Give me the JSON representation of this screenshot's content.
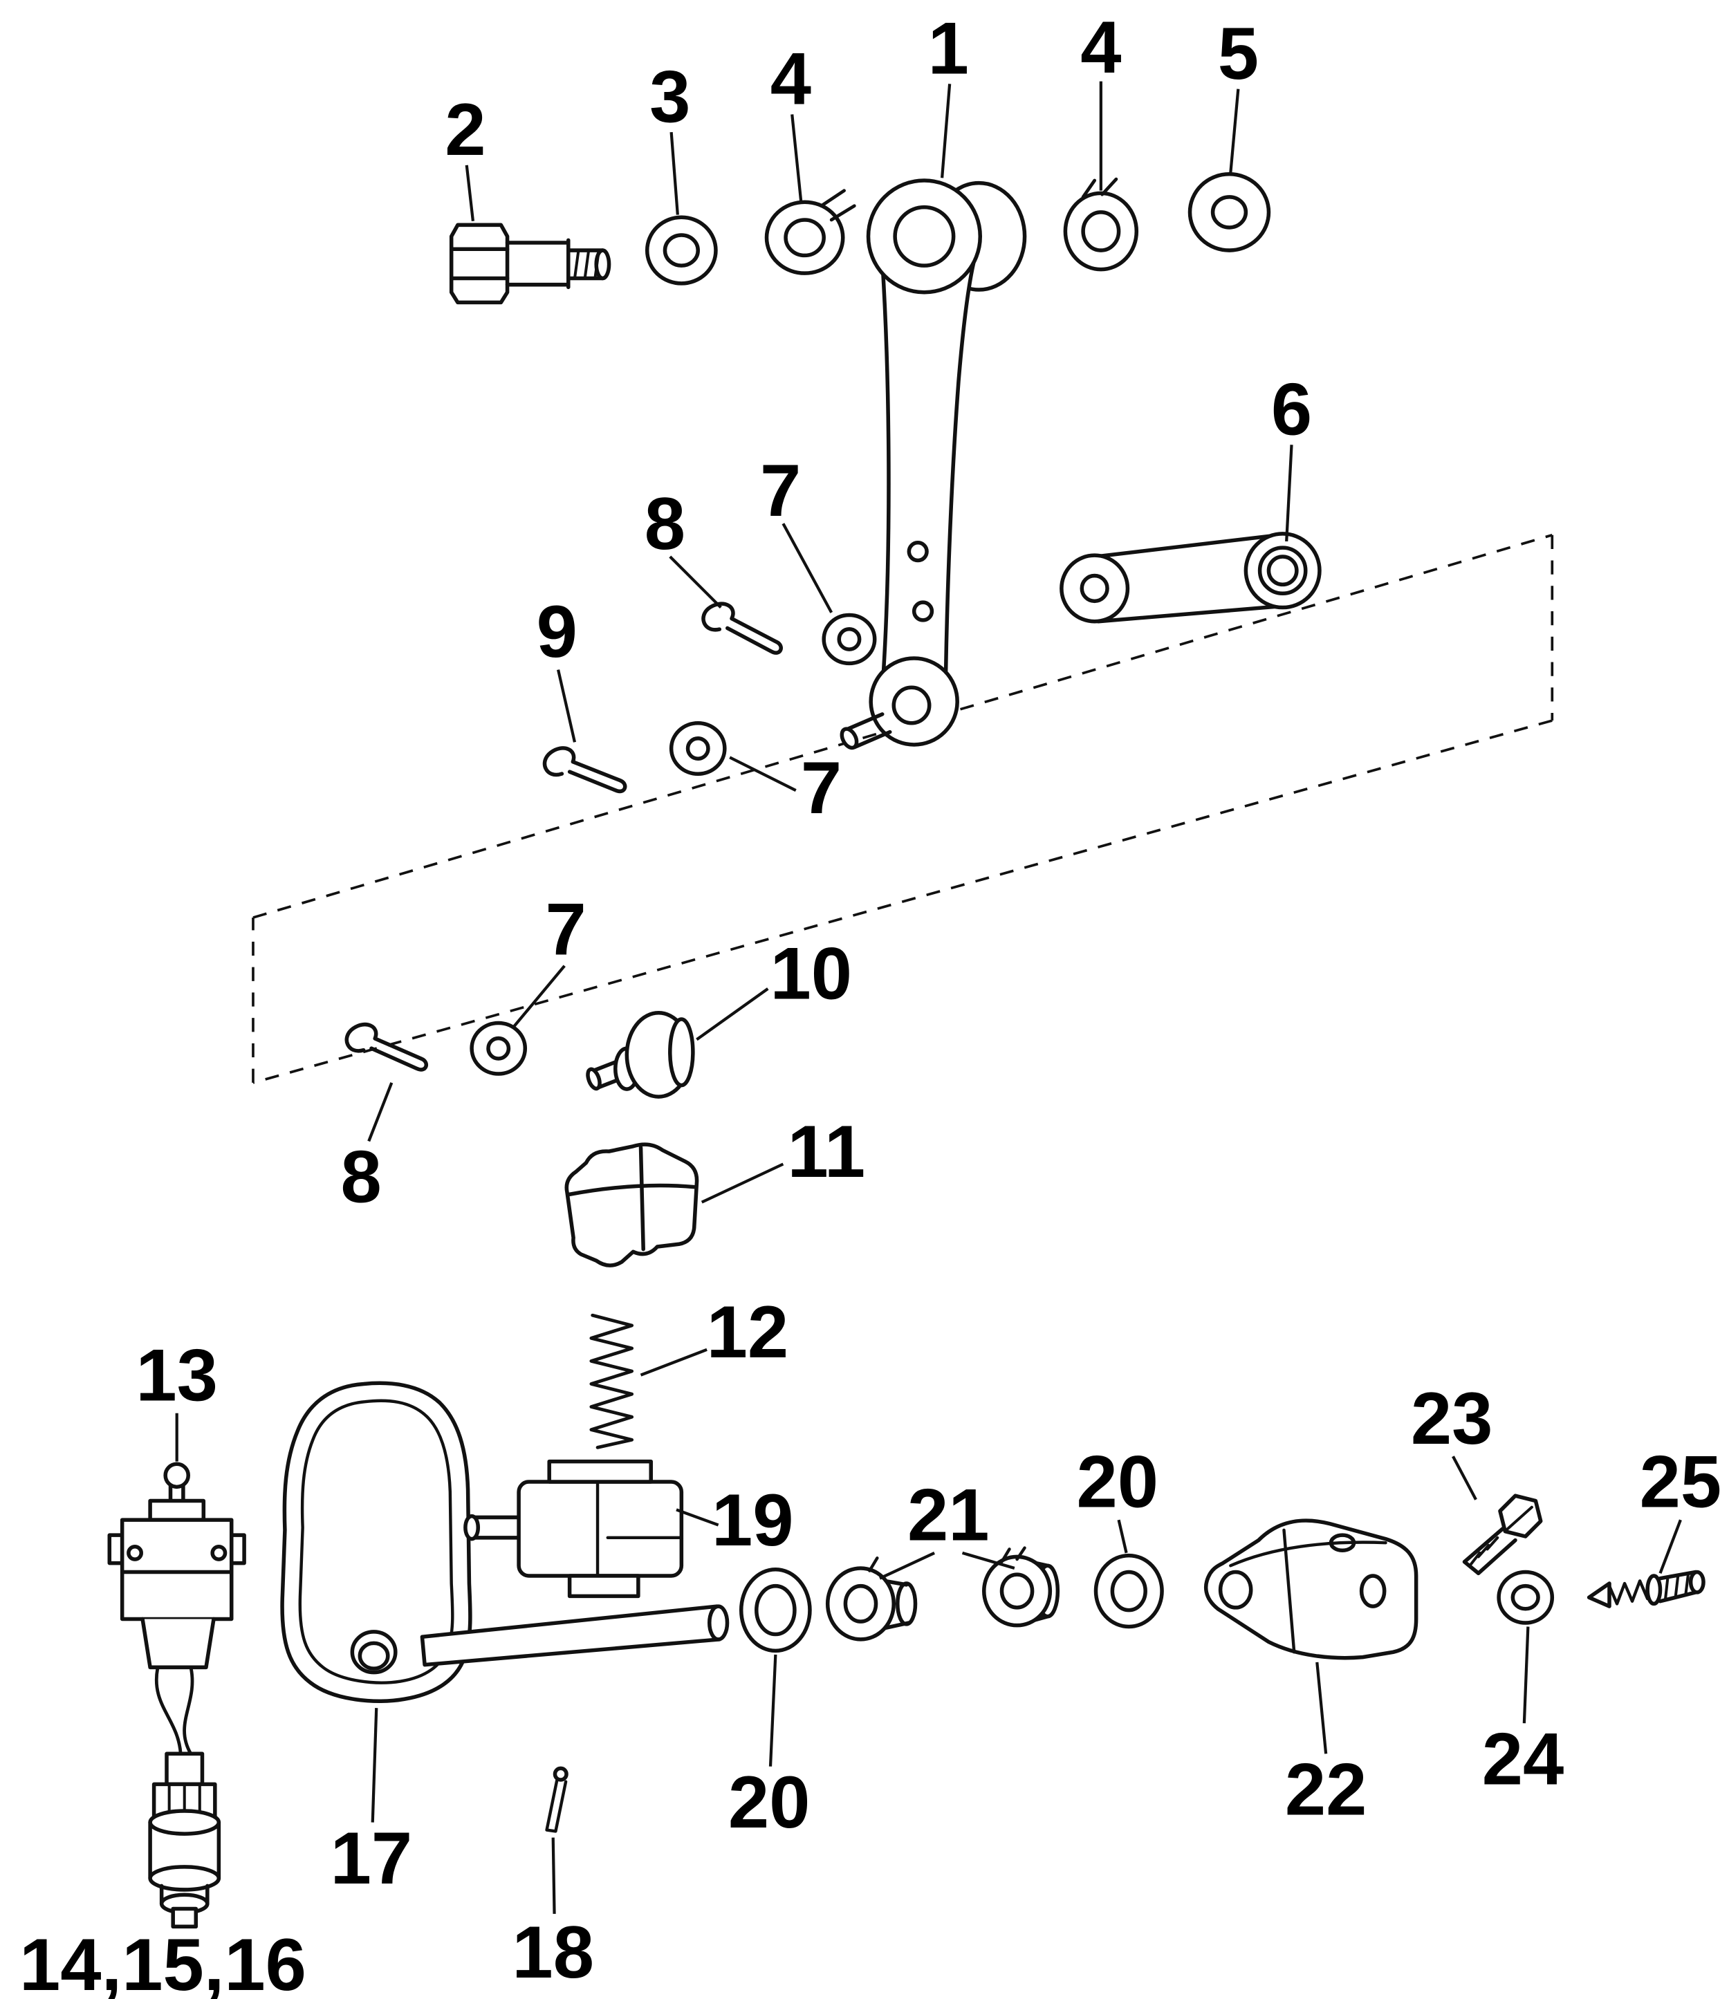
{
  "diagram": {
    "kind": "exploded-parts-diagram",
    "background_color": "#ffffff",
    "line_color": "#111111",
    "text_color": "#000000"
  },
  "callouts": [
    {
      "label": "2",
      "part": "hex-flange-bolt"
    },
    {
      "label": "3",
      "part": "bushing"
    },
    {
      "label": "4",
      "part": "split-retainer-ring"
    },
    {
      "label": "1",
      "part": "shift-lever-arm"
    },
    {
      "label": "4",
      "part": "split-retainer-ring"
    },
    {
      "label": "5",
      "part": "flat-washer"
    },
    {
      "label": "6",
      "part": "connector-link"
    },
    {
      "label": "8",
      "part": "wire-retainer-clip"
    },
    {
      "label": "7",
      "part": "flat-washer"
    },
    {
      "label": "9",
      "part": "wire-retainer-clip"
    },
    {
      "label": "7",
      "part": "flat-washer"
    },
    {
      "label": "7",
      "part": "flat-washer"
    },
    {
      "label": "10",
      "part": "plug-grommet"
    },
    {
      "label": "8",
      "part": "wire-retainer-clip"
    },
    {
      "label": "11",
      "part": "rubber-boot"
    },
    {
      "label": "12",
      "part": "detent-spring"
    },
    {
      "label": "13",
      "part": "switch-assembly"
    },
    {
      "label": "23",
      "part": "hex-bolt"
    },
    {
      "label": "25",
      "part": "screw-and-spring"
    },
    {
      "label": "20",
      "part": "washer"
    },
    {
      "label": "21",
      "part": "split-bushings"
    },
    {
      "label": "19",
      "part": "detent-housing"
    },
    {
      "label": "22",
      "part": "shift-bracket"
    },
    {
      "label": "24",
      "part": "lock-washer"
    },
    {
      "label": "20",
      "part": "washer"
    },
    {
      "label": "17",
      "part": "mounting-plate"
    },
    {
      "label": "18",
      "part": "cotter-pin"
    },
    {
      "label": "14,15,16",
      "part": "switch-leads-connector"
    }
  ]
}
